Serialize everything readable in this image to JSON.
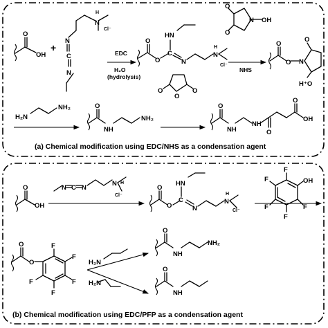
{
  "panel_a": {
    "caption": "(a)  Chemical modification using EDC/NHS as a condensation agent",
    "plus": "+",
    "reagent_edc": "EDC",
    "reagent_h2o": "H₂O",
    "reagent_hydrolysis": "(hydrolysis)",
    "reagent_nhs": "NHS",
    "cl_label": "Cl⁻",
    "h_plus": "H",
    "hplus_label": "H⁺O"
  },
  "panel_b": {
    "caption": "(b)  Chemical modification using EDC/PFP as a condensation agent"
  },
  "atoms": {
    "O": "O",
    "OH": "OH",
    "N": "N",
    "C": "C",
    "H": "H",
    "F": "F",
    "HN": "HN",
    "H2N": "H₂N",
    "NH": "NH",
    "NH2": "NH₂",
    "COOH": "OH"
  }
}
